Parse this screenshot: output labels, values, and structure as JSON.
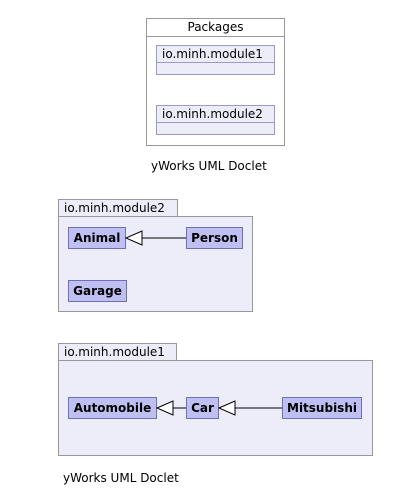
{
  "overview": {
    "title": "Packages",
    "packages": [
      "io.minh.module1",
      "io.minh.module2"
    ],
    "caption": "yWorks UML Doclet"
  },
  "module2": {
    "name": "io.minh.module2",
    "classes": {
      "animal": "Animal",
      "person": "Person",
      "garage": "Garage"
    }
  },
  "module1": {
    "name": "io.minh.module1",
    "classes": {
      "automobile": "Automobile",
      "car": "Car",
      "mitsubishi": "Mitsubishi"
    }
  },
  "footer_caption": "yWorks UML Doclet",
  "colors": {
    "package_fill": "#ededfa",
    "class_fill": "#bfbff2",
    "class_border": "#6f6fb4",
    "frame_border": "#999999"
  }
}
